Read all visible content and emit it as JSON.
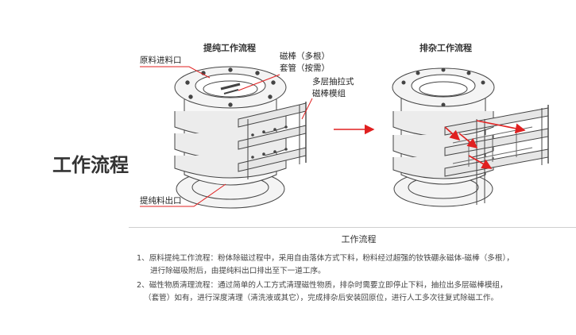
{
  "side_title": "工作流程",
  "left_diagram": {
    "title": "提纯工作流程",
    "labels": {
      "raw_inlet": "原料进料口",
      "magnet_rod_line1": "磁棒（多根）",
      "magnet_rod_line2": "套管（按需）",
      "drawer_line1": "多层抽拉式",
      "drawer_line2": "磁棒模组",
      "pure_outlet": "提纯料出口"
    }
  },
  "right_diagram": {
    "title": "排杂工作流程"
  },
  "section": {
    "heading": "工作流程",
    "items": [
      {
        "line1": "1、原料提纯工作流程：粉体除磁过程中，采用自由落体方式下料，粉料经过超强的钕铁硼永磁体-磁棒（多根），",
        "line2": "进行除磁吸附后，由提纯料出口排出至下一道工序。"
      },
      {
        "line1": "2、磁性物质清理流程：通过简单的人工方式清理磁性物质，排杂时需要立即停止下料，抽拉出多层磁棒模组，",
        "line2": "（套管）如有，进行深度清理（清洗液或其它），完成排杂后安装回原位，进行人工多次往复式除磁工作。"
      }
    ]
  },
  "colors": {
    "accent_red": "#e02020",
    "line_gray": "#444444",
    "text_dark": "#333333"
  }
}
